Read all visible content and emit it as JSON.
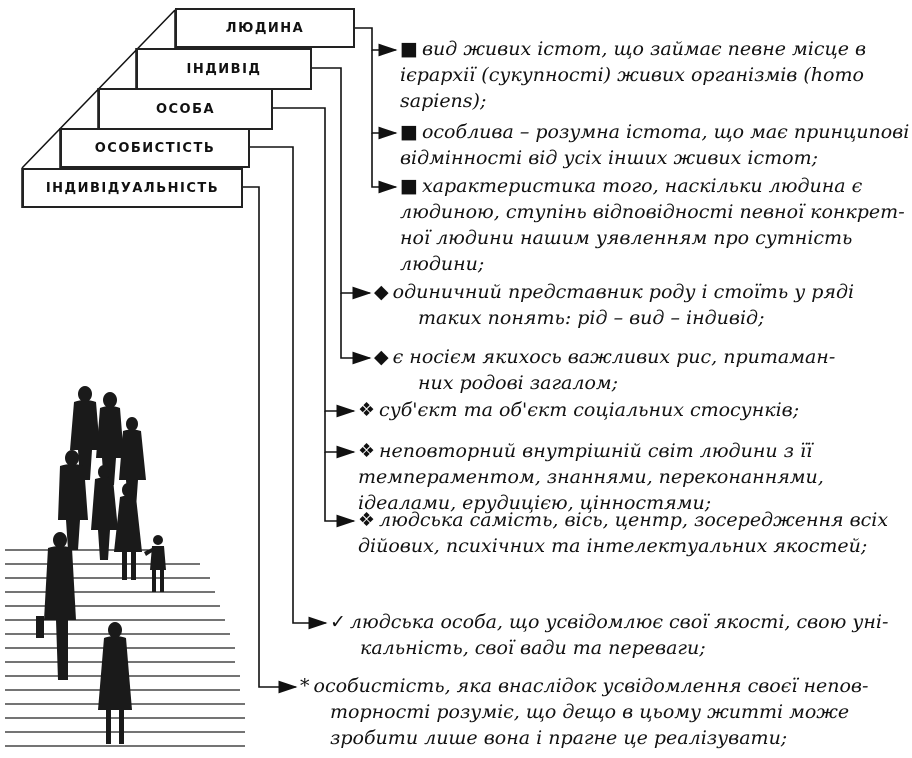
{
  "boxes": [
    {
      "label": "ЛЮДИНА"
    },
    {
      "label": "ІНДИВІД"
    },
    {
      "label": "ОСОБА"
    },
    {
      "label": "ОСОБИСТІСТЬ"
    },
    {
      "label": "ІНДИВІДУАЛЬНІСТЬ"
    }
  ],
  "items": [
    {
      "bullet": "■",
      "lines": [
        "вид живих істот, що займає певне місце в",
        "ієрархії (сукупності) живих організмів (homo",
        "sapiens);"
      ]
    },
    {
      "bullet": "■",
      "lines": [
        "особлива – розумна істота, що має принципові",
        "відмінності від усіх інших живих істот;"
      ]
    },
    {
      "bullet": "■",
      "lines": [
        "характеристика того, наскільки людина є",
        "людиною, ступінь відповідності певної конкрет-",
        "ної людини нашим уявленням про сутність",
        "людини;"
      ]
    },
    {
      "bullet": "◆",
      "lines": [
        "одиничний представник роду і стоїть у ряді",
        "таких понять: рід – вид – індивід;"
      ]
    },
    {
      "bullet": "◆",
      "lines": [
        "є носієм якихось важливих рис, притаман-",
        "них родові загалом;"
      ]
    },
    {
      "bullet": "❖",
      "lines": [
        "суб'єкт та об'єкт соціальних стосунків;"
      ]
    },
    {
      "bullet": "❖",
      "lines": [
        "неповторний внутрішній світ людини з її",
        "темпераментом, знаннями, переконаннями,",
        "ідеалами, ерудицією, цінностями;"
      ]
    },
    {
      "bullet": "❖",
      "lines": [
        "людська самість, вісь, центр, зосередження всіх",
        "дійових, психічних та інтелектуальних якостей;"
      ]
    },
    {
      "bullet": "✓",
      "lines": [
        "людська особа, що усвідомлює свої якості, свою уні-",
        "кальність, свої вади та переваги;"
      ]
    },
    {
      "bullet": "*",
      "lines": [
        "особистість, яка внаслідок усвідомлення своєї непов-",
        "торності розуміє, що дещо в цьому житті може",
        "зробити лише вона і прагне це реалізувати;"
      ]
    }
  ]
}
